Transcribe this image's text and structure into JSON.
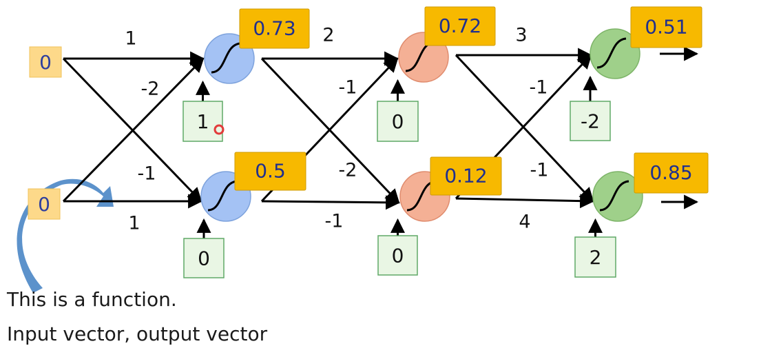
{
  "diagram": {
    "inputs": [
      "0",
      "0"
    ],
    "layers": [
      {
        "color": "#a4c2f4",
        "stroke": "#7ea3dd",
        "weights": {
          "top_from_top": "1",
          "top_from_bottom": "-2",
          "bottom_from_top": "-1",
          "bottom_from_bottom": "1"
        },
        "biases": [
          "1",
          "0"
        ],
        "outputs": [
          "0.73",
          "0.5"
        ]
      },
      {
        "color": "#f4b095",
        "stroke": "#e08c6e",
        "weights": {
          "top_from_top": "2",
          "top_from_bottom": "-1",
          "bottom_from_top": "-2",
          "bottom_from_bottom": "-1"
        },
        "biases": [
          "0",
          "0"
        ],
        "outputs": [
          "0.72",
          "0.12"
        ]
      },
      {
        "color": "#9fd08a",
        "stroke": "#7db468",
        "weights": {
          "top_from_top": "3",
          "top_from_bottom": "-1",
          "bottom_from_top": "-1",
          "bottom_from_bottom": "4"
        },
        "biases": [
          "-2",
          "2"
        ],
        "outputs": [
          "0.51",
          "0.85"
        ]
      }
    ],
    "colors": {
      "input_fill": "#fdd98a",
      "input_text": "#2f3f9e",
      "output_fill": "#f7b900",
      "output_border": "#cf9b00",
      "output_text": "#1f2f8f",
      "bias_fill": "#e9f6e4",
      "bias_border": "#5fa866",
      "annotation_arrow": "#4a86c5"
    }
  },
  "caption": {
    "line1": "This is a function.",
    "line2": "Input vector, output vector"
  }
}
